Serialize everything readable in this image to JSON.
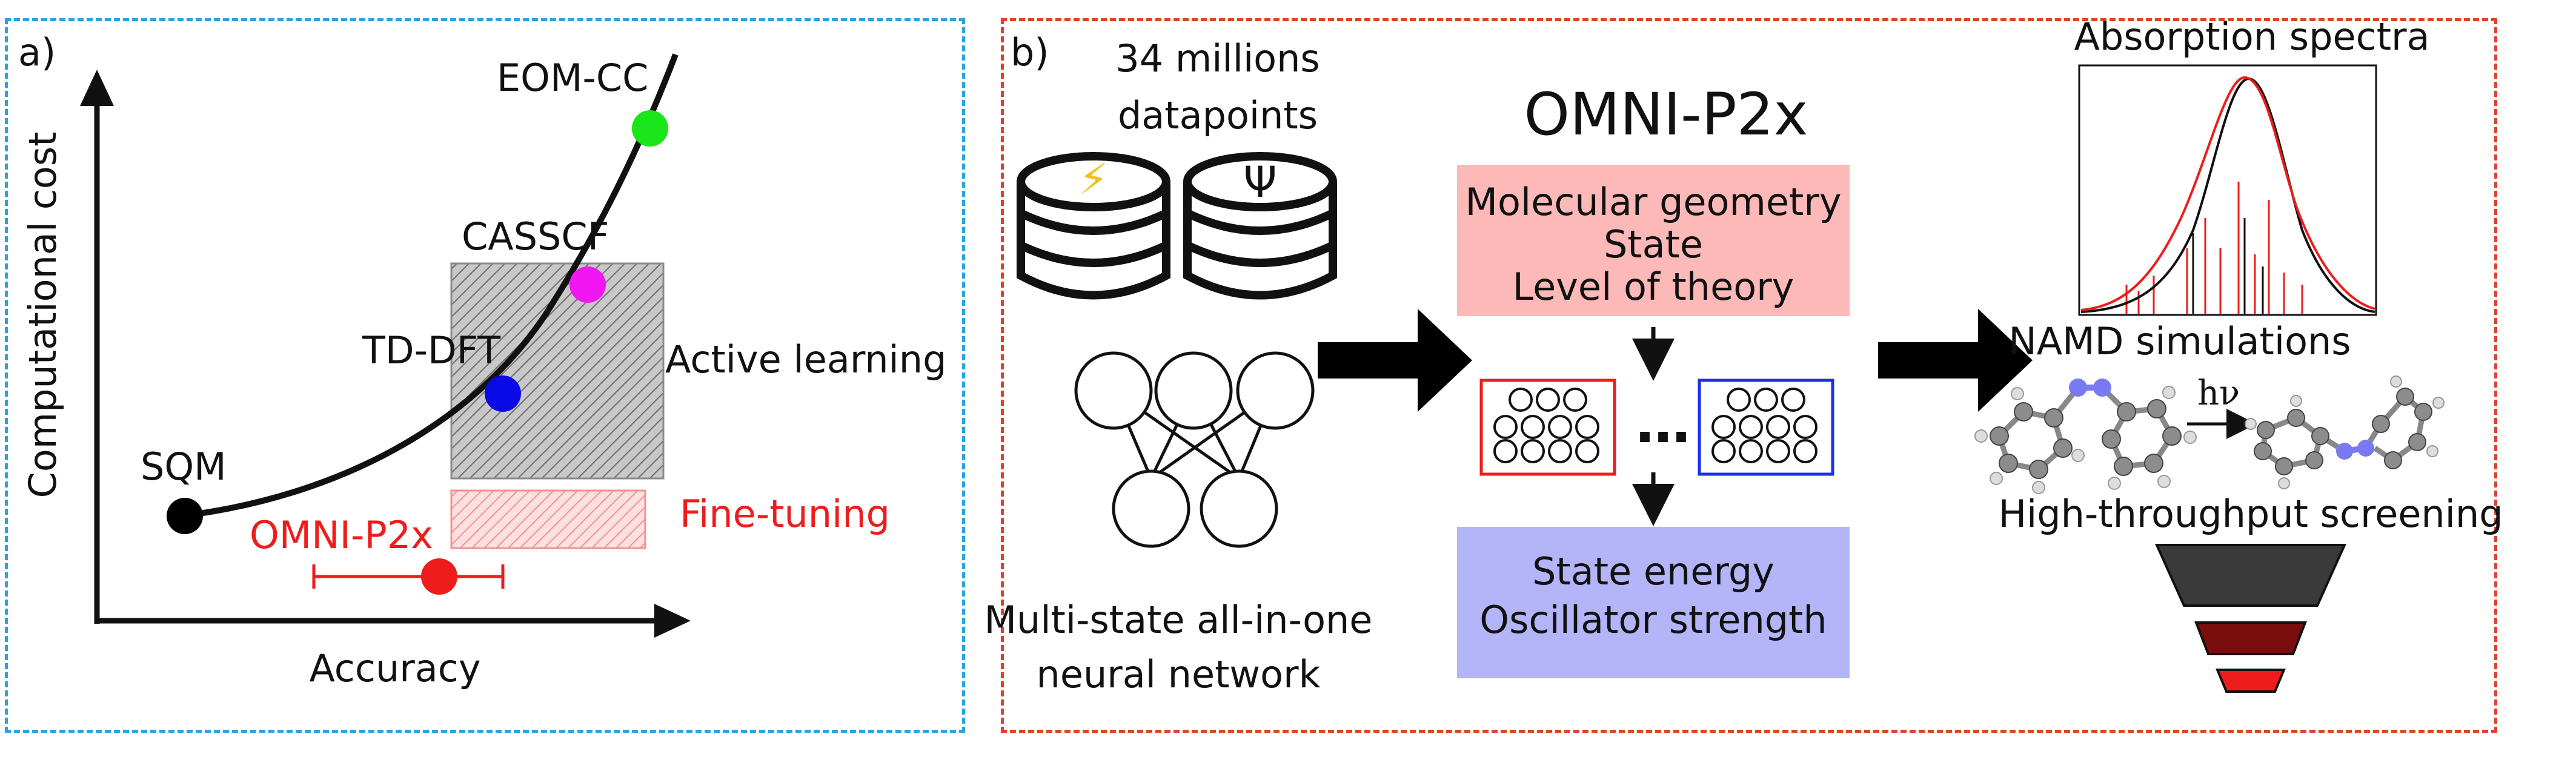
{
  "panel_a": {
    "label": "a)",
    "y_axis_label": "Computational cost",
    "x_axis_label": "Accuracy",
    "points": [
      {
        "name": "SQM",
        "color": "#000000"
      },
      {
        "name": "TD-DFT",
        "color": "#0a0ae6"
      },
      {
        "name": "CASSCF",
        "color": "#f216f2"
      },
      {
        "name": "EOM-CC",
        "color": "#19e619"
      },
      {
        "name": "OMNI-P2x",
        "color": "#ee1c1c"
      }
    ],
    "active_learning": "Active learning",
    "fine_tuning": "Fine-tuning"
  },
  "panel_b": {
    "label": "b)",
    "dataset_line1": "34 millions",
    "dataset_line2": "datapoints",
    "db_symbol_1": "⚡",
    "db_symbol_2": "Ψ",
    "network_line1": "Multi-state all-in-one",
    "network_line2": "neural network",
    "model_title": "OMNI-P2x",
    "inputs": [
      "Molecular geometry",
      "State",
      "Level of theory"
    ],
    "ellipsis": "…",
    "outputs": [
      "State energy",
      "Oscillator strength"
    ],
    "absorption_title": "Absorption spectra",
    "namd_title": "NAMD simulations",
    "hv_label": "hν",
    "screening_title": "High-throughput screening",
    "colors": {
      "input_box": "#fdb8b8",
      "output_box": "#b4b4f8",
      "funnel_top": "#3a3a3a",
      "funnel_mid": "#7a0d0d",
      "funnel_bottom": "#ee1c1c"
    }
  }
}
